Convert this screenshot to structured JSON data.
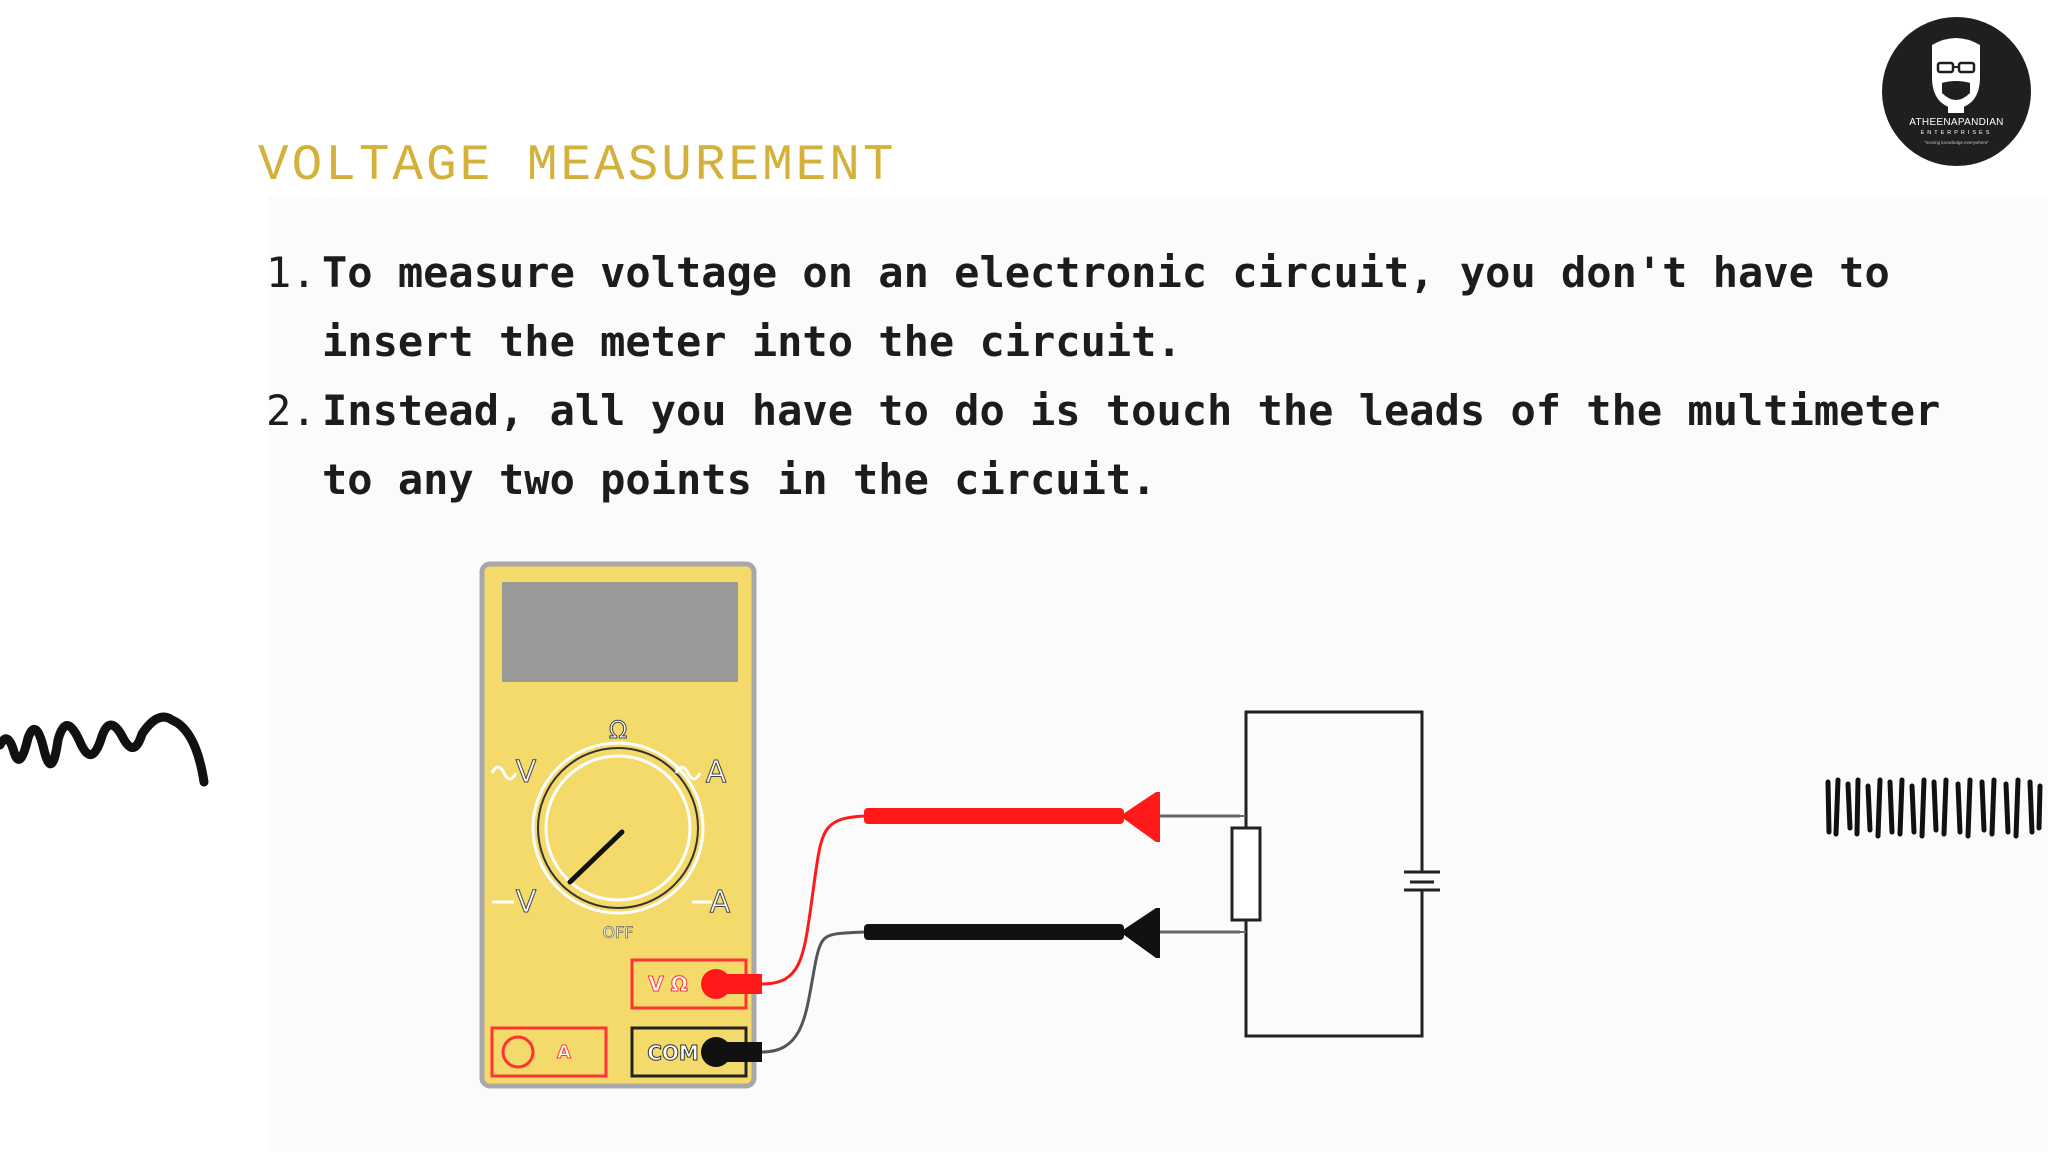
{
  "slide": {
    "title": "VOLTAGE MEASUREMENT",
    "points": [
      {
        "number": "1.",
        "text": "To measure voltage on an electronic circuit, you don't have to insert the meter into the circuit."
      },
      {
        "number": "2.",
        "text": "Instead, all you have to do is touch the leads of the multimeter to any two points in the circuit."
      }
    ]
  },
  "logo": {
    "name": "ATHEENAPANDIAN",
    "subtitle": "ENTERPRISES",
    "tagline": "\"moving knowledge everywhere\""
  },
  "multimeter": {
    "dial_labels": {
      "ohm": "Ω",
      "ac_volts": "V",
      "ac_amps": "A",
      "dc_volts": "V",
      "dc_amps": "A",
      "off": "OFF"
    },
    "ports": {
      "volt_ohm": "V Ω",
      "common": "COM",
      "amps": "A"
    }
  },
  "colors": {
    "title": "#d4b13a",
    "meter_body": "#f4d96b",
    "probe_red": "#ff1a1a",
    "probe_black": "#111111",
    "logo_bg": "#1f1f1f"
  }
}
